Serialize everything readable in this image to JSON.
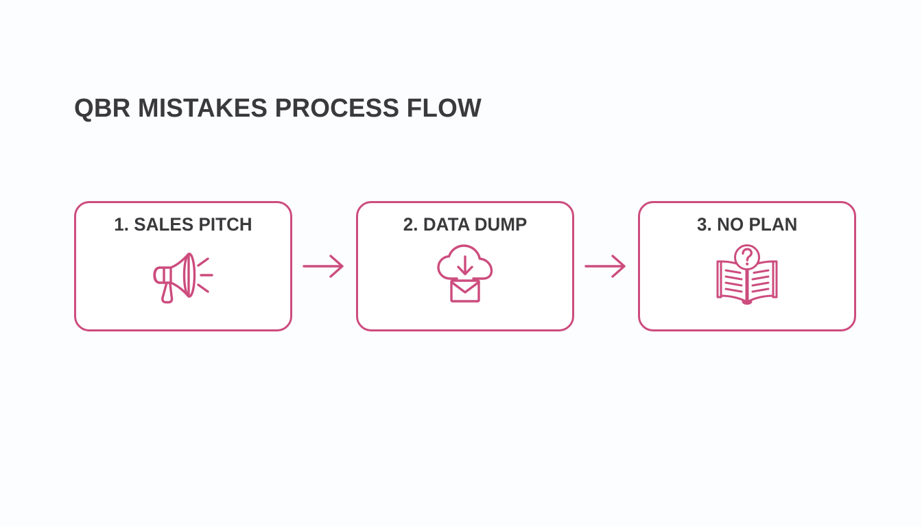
{
  "slide": {
    "title": "QBR MISTAKES PROCESS FLOW",
    "background_color": "#fcfdfe",
    "title_color": "#3a3a3c",
    "accent_color": "#cc4c7e"
  },
  "flow": {
    "arrow_glyph": "arrow-right",
    "steps": [
      {
        "label": "1. SALES PITCH",
        "number": "1",
        "name": "SALES PITCH",
        "icon": "megaphone-icon"
      },
      {
        "label": "2. DATA DUMP",
        "number": "2",
        "name": "DATA DUMP",
        "icon": "cloud-download-envelope-icon"
      },
      {
        "label": "3. NO PLAN",
        "number": "3",
        "name": "NO PLAN",
        "icon": "open-book-question-icon"
      }
    ],
    "connectors": [
      {
        "icon": "arrow-right-icon"
      },
      {
        "icon": "arrow-right-icon"
      }
    ]
  }
}
